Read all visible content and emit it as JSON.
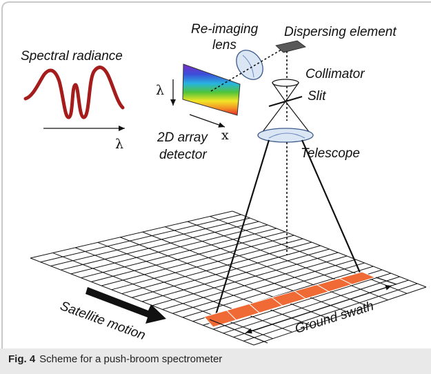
{
  "figure": {
    "labels": {
      "spectral_radiance": "Spectral radiance",
      "lambda_axis": "λ",
      "reimaging_lens_line1": "Re-imaging",
      "reimaging_lens_line2": "lens",
      "dispersing_element": "Dispersing element",
      "collimator": "Collimator",
      "slit": "Slit",
      "telescope": "Telescope",
      "detector_lambda": "λ",
      "detector_x": "x",
      "detector_line1": "2D array",
      "detector_line2": "detector",
      "satellite_motion": "Satellite motion",
      "ground_swath": "Ground swath"
    },
    "colors": {
      "curve": "#a51c1c",
      "swath": "#f06a35",
      "lens_fill": "#dbe6f4",
      "lens_stroke": "#3c5a8c",
      "dispersing": "#595959"
    }
  },
  "caption": {
    "label": "Fig. 4",
    "text": "Scheme for a push-broom spectrometer"
  }
}
